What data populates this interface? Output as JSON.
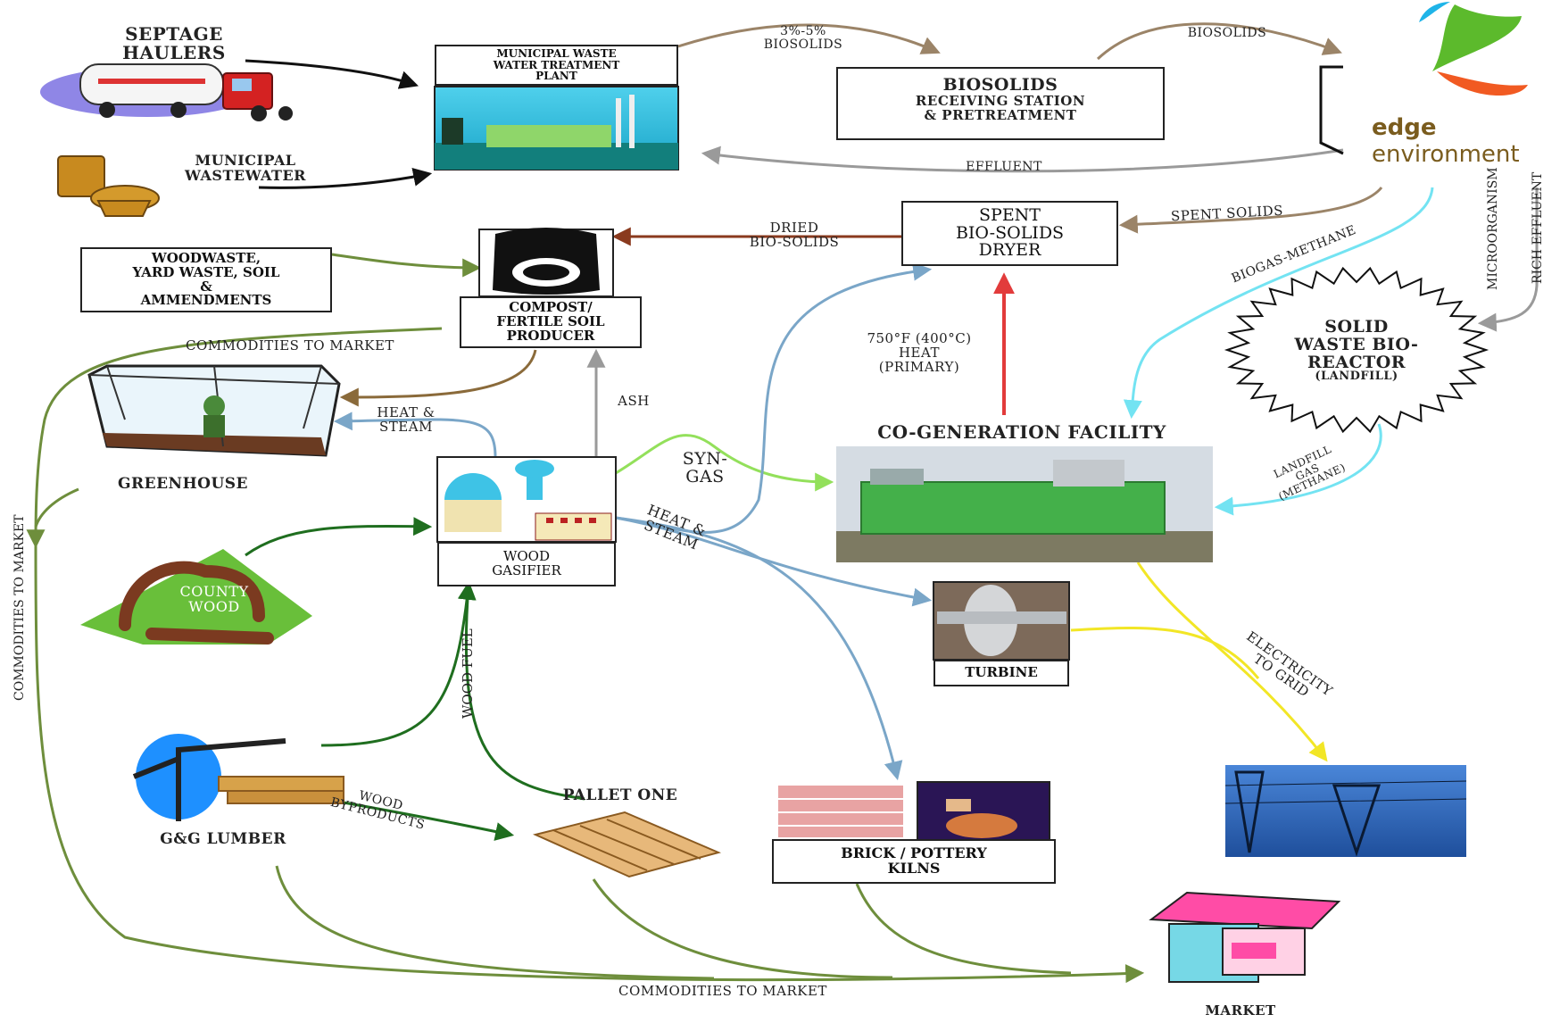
{
  "logo": {
    "word_bold": "edge",
    "word_light": " environment"
  },
  "nodes": {
    "septage_haulers": "SEPTAGE\nHAULERS",
    "municipal_wastewater": "MUNICIPAL\nWASTEWATER",
    "wwtp": "MUNICIPAL WASTE\nWATER TREATMENT\nPLANT",
    "biosolids_station": {
      "title": "BIOSOLIDS",
      "sub": "RECEIVING STATION\n& PRETREATMENT"
    },
    "spent_dryer": "SPENT\nBIO-SOLIDS\nDRYER",
    "woodwaste": "WOODWASTE,\nYARD WASTE, SOIL\n&\nAMMENDMENTS",
    "compost": "COMPOST/\nFERTILE SOIL\nPRODUCER",
    "greenhouse": "GREENHOUSE",
    "county_wood": "COUNTY\nWOOD",
    "wood_gasifier": "WOOD\nGASIFIER",
    "cogeneration": "CO-GENERATION FACILITY",
    "solid_waste": {
      "title": "SOLID\nWASTE BIO-\nREACTOR",
      "sub": "(LANDFILL)"
    },
    "turbine": "TURBINE",
    "gg_lumber": "G&G LUMBER",
    "pallet_one": "PALLET ONE",
    "kilns": "BRICK / POTTERY\nKILNS",
    "market": "MARKET"
  },
  "flows": {
    "biosolids_pct": "3%-5%\nBIOSOLIDS",
    "biosolids": "BIOSOLIDS",
    "effluent": "EFFLUENT",
    "spent_solids": "SPENT SOLIDS",
    "dried_biosolids": "DRIED\nBIO-SOLIDS",
    "heat_primary": "750°F (400°C)\nHEAT\n(PRIMARY)",
    "biogas_methane": "BIOGAS-METHANE",
    "microorganism": "MICROORGANISM",
    "rich_effluent": "RICH EFFLUENT",
    "commodities_top": "COMMODITIES TO MARKET",
    "commodities_left": "COMMODITIES TO MARKET",
    "commodities_bottom": "COMMODITIES TO MARKET",
    "heat_steam_gh": "HEAT &\nSTEAM",
    "ash": "ASH",
    "syngas": "SYN-\nGAS",
    "heat_steam": "HEAT &\nSTEAM",
    "landfill_gas": "LANDFILL\nGAS\n(METHANE)",
    "electricity_grid": "ELECTRICITY\nTO GRID",
    "wood_fuel": "WOOD FUEL",
    "wood_byproducts": "WOOD\nBYPRODUCTS"
  },
  "colors": {
    "arrow_brown": "#9b8468",
    "arrow_rust": "#8a3a1e",
    "arrow_gray": "#9a9a9a",
    "arrow_green_olive": "#6e8e3c",
    "arrow_green_dark": "#1f6e1f",
    "arrow_green_light": "#93e05b",
    "arrow_blue": "#7aa6c8",
    "arrow_cyan": "#73e3f2",
    "arrow_red": "#e23b3b",
    "arrow_yellow": "#f2e626",
    "compost_brown": "#8a6a3a"
  }
}
